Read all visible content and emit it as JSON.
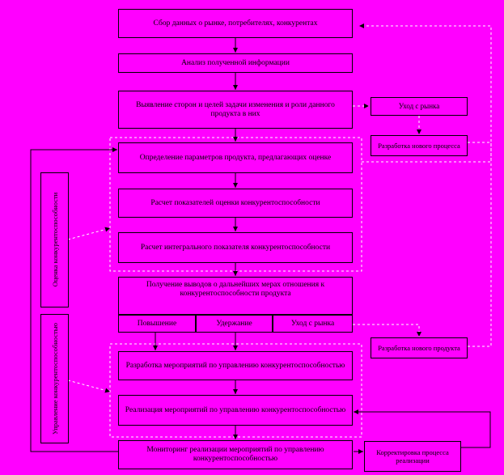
{
  "diagram": {
    "colors": {
      "background": "#ff00ff",
      "stroke": "#000000",
      "dashed": "#ffffff"
    },
    "steps": {
      "s1": "Сбор данных о рынке, потребителях, конкурентах",
      "s2": "Анализ полученной информации",
      "s3": "Выявление сторон и целей задачи изменения и роли данного продукта в них",
      "s4": "Определение параметров продукта, предлагающих оценке",
      "s5": "Расчет показателей оценки конкурентоспособности",
      "s6": "Расчет интегрального показателя конкурентоспособности",
      "s7": "Получение выводов о дальнейших мерах отношения к конкурентоспособности продукта",
      "s8": "Разработка мероприятий по управлению конкурентоспособностью",
      "s9": "Реализация мероприятий по управлению конкурентоспособностью",
      "s10": "Мониторинг реализации мероприятий по управлению конкурентоспособностью"
    },
    "options": {
      "o1": "Повышение",
      "o2": "Удержание",
      "o3": "Уход с рынка"
    },
    "side": {
      "exit": "Уход с рынка",
      "new_top": "Разработка нового процесса",
      "new_bottom": "Разработка нового продукта",
      "correction": "Корректировка процесса реализации"
    },
    "vertical": {
      "top": "Оценка конкурентоспособности",
      "bottom": "Управление конкурентоспособностью"
    }
  }
}
